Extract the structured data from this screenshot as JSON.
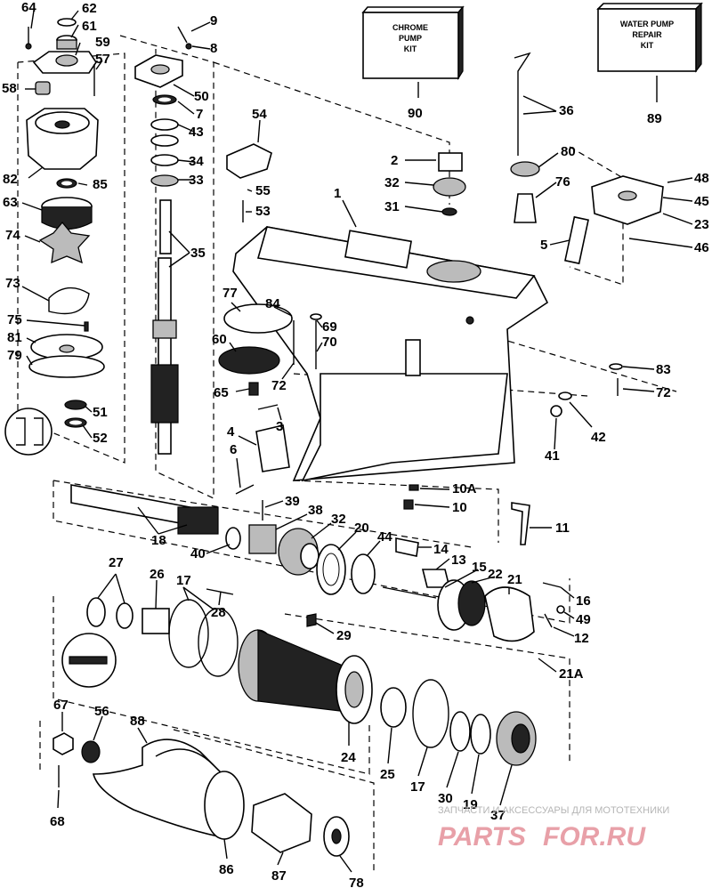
{
  "kits": {
    "chrome": [
      "CHROME",
      "PUMP",
      "KIT"
    ],
    "water": [
      "WATER PUMP",
      "REPAIR",
      "KIT"
    ]
  },
  "labels": {
    "l64": "64",
    "l62": "62",
    "l61": "61",
    "l59": "59",
    "l57": "57",
    "l58": "58",
    "l82": "82",
    "l85": "85",
    "l63": "63",
    "l74": "74",
    "l73": "73",
    "l75": "75",
    "l81": "81",
    "l79": "79",
    "l51": "51",
    "l52": "52",
    "l9": "9",
    "l8": "8",
    "l50": "50",
    "l7": "7",
    "l43": "43",
    "l34": "34",
    "l33": "33",
    "l35": "35",
    "l90": "90",
    "l89": "89",
    "l54": "54",
    "l55": "55",
    "l53": "53",
    "l1": "1",
    "l2": "2",
    "l32a": "32",
    "l31": "31",
    "l36": "36",
    "l80": "80",
    "l76": "76",
    "l48": "48",
    "l45": "45",
    "l23": "23",
    "l46": "46",
    "l5": "5",
    "l77": "77",
    "l84": "84",
    "l69": "69",
    "l60": "60",
    "l70": "70",
    "l72a": "72",
    "l65": "65",
    "l83": "83",
    "l72b": "72",
    "l42": "42",
    "l41": "41",
    "l3": "3",
    "l4": "4",
    "l6": "6",
    "l10a": "10A",
    "l10": "10",
    "l11": "11",
    "l39": "39",
    "l38": "38",
    "l32b": "32",
    "l20": "20",
    "l44": "44",
    "l14": "14",
    "l13": "13",
    "l15": "15",
    "l22": "22",
    "l21": "21",
    "l16": "16",
    "l49": "49",
    "l12": "12",
    "l21a": "21A",
    "l18": "18",
    "l40": "40",
    "l27": "27",
    "l26": "26",
    "l17a": "17",
    "l28": "28",
    "l29": "29",
    "l67": "67",
    "l56": "56",
    "l88": "88",
    "l68": "68",
    "l86": "86",
    "l87": "87",
    "l78": "78",
    "l24": "24",
    "l25": "25",
    "l17b": "17",
    "l30": "30",
    "l19": "19",
    "l37": "37"
  },
  "watermark": {
    "tagline": "ЗАПЧАСТИ И АКСЕССУАРЫ ДЛЯ МОТОТЕХНИКИ",
    "brand_a": "PARTS",
    "brand_b": "FOR.RU",
    "brand_a_color": "#e8a0a8",
    "brand_b_color": "#e8a0a8"
  }
}
